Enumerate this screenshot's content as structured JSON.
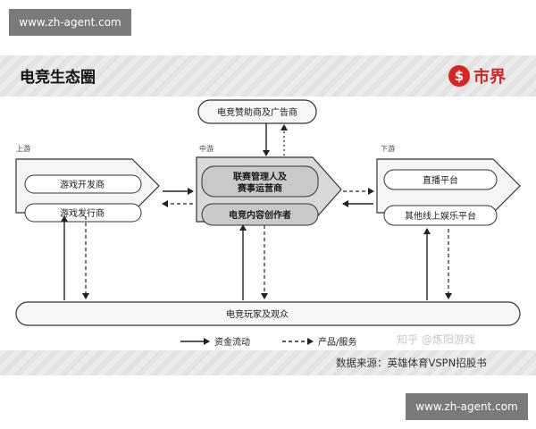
{
  "watermark": {
    "top": "www.zh-agent.com",
    "bottom": "www.zh-agent.com"
  },
  "title": "电竞生态圈",
  "logo": {
    "mark": "$",
    "text": "市界",
    "color": "#d6261f"
  },
  "stages": {
    "upstream": "上游",
    "midstream": "中游",
    "downstream": "下游"
  },
  "sponsor": "电竞赞助商及广告商",
  "upstream_items": [
    "游戏开发商",
    "游戏发行商"
  ],
  "midstream_items": [
    "联赛管理人及",
    "赛事运营商",
    "电竞内容创作者"
  ],
  "downstream_items": [
    "直播平台",
    "其他线上娱乐平台"
  ],
  "audience": "电竞玩家及观众",
  "legend": {
    "solid": "资金流动",
    "dashed": "产品/服务"
  },
  "zhihu_tag": "知乎 @炼阳游戏",
  "source": "数据来源：英雄体育VSPN招股书",
  "colors": {
    "box_fill": "#f3f3f3",
    "mid_fill": "#d9d9d9",
    "stroke": "#333333"
  }
}
